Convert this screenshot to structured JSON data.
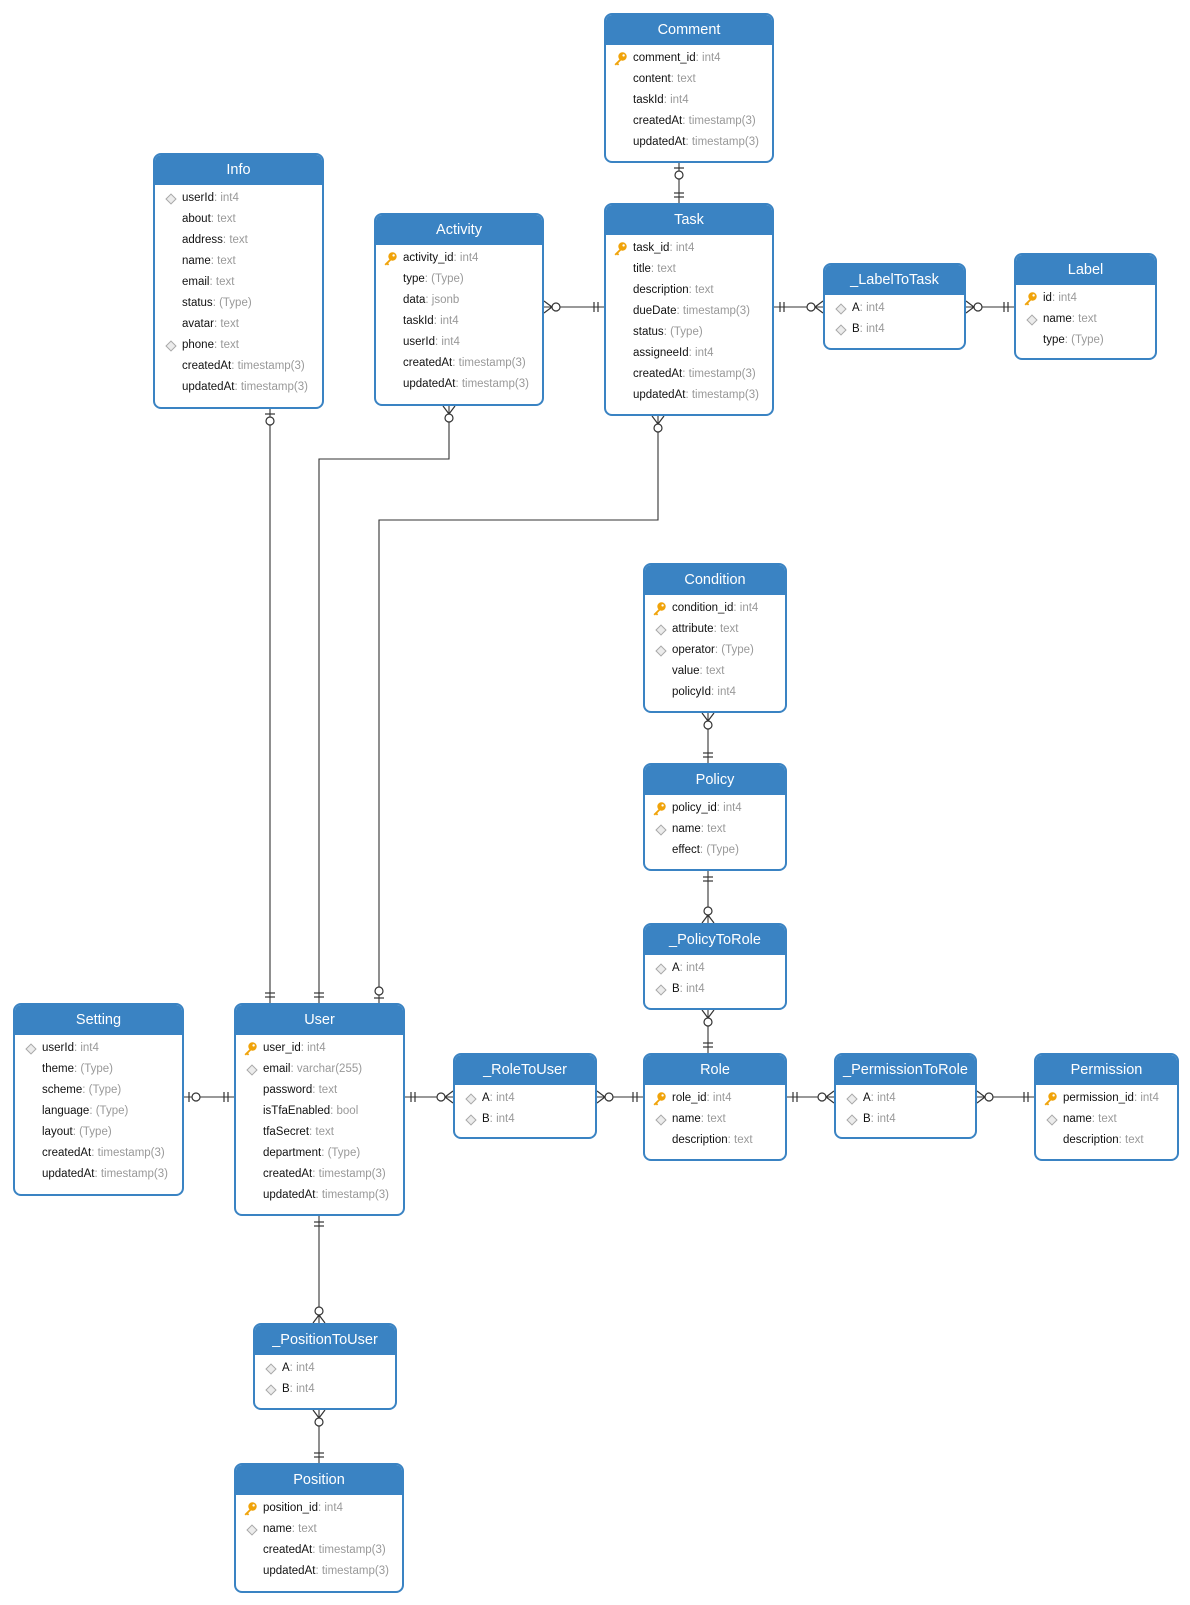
{
  "entities": [
    {
      "id": "comment",
      "name": "Comment",
      "fields": [
        {
          "name": "comment_id",
          "type": "int4",
          "icon": "key"
        },
        {
          "name": "content",
          "type": "text",
          "icon": "none"
        },
        {
          "name": "taskId",
          "type": "int4",
          "icon": "none"
        },
        {
          "name": "createdAt",
          "type": "timestamp(3)",
          "icon": "none"
        },
        {
          "name": "updatedAt",
          "type": "timestamp(3)",
          "icon": "none"
        }
      ]
    },
    {
      "id": "info",
      "name": "Info",
      "fields": [
        {
          "name": "userId",
          "type": "int4",
          "icon": "fk"
        },
        {
          "name": "about",
          "type": "text",
          "icon": "none"
        },
        {
          "name": "address",
          "type": "text",
          "icon": "none"
        },
        {
          "name": "name",
          "type": "text",
          "icon": "none"
        },
        {
          "name": "email",
          "type": "text",
          "icon": "none"
        },
        {
          "name": "status",
          "type": "(Type)",
          "icon": "none"
        },
        {
          "name": "avatar",
          "type": "text",
          "icon": "none"
        },
        {
          "name": "phone",
          "type": "text",
          "icon": "fk"
        },
        {
          "name": "createdAt",
          "type": "timestamp(3)",
          "icon": "none"
        },
        {
          "name": "updatedAt",
          "type": "timestamp(3)",
          "icon": "none"
        }
      ]
    },
    {
      "id": "activity",
      "name": "Activity",
      "fields": [
        {
          "name": "activity_id",
          "type": "int4",
          "icon": "key"
        },
        {
          "name": "type",
          "type": "(Type)",
          "icon": "none"
        },
        {
          "name": "data",
          "type": "jsonb",
          "icon": "none"
        },
        {
          "name": "taskId",
          "type": "int4",
          "icon": "none"
        },
        {
          "name": "userId",
          "type": "int4",
          "icon": "none"
        },
        {
          "name": "createdAt",
          "type": "timestamp(3)",
          "icon": "none"
        },
        {
          "name": "updatedAt",
          "type": "timestamp(3)",
          "icon": "none"
        }
      ]
    },
    {
      "id": "task",
      "name": "Task",
      "fields": [
        {
          "name": "task_id",
          "type": "int4",
          "icon": "key"
        },
        {
          "name": "title",
          "type": "text",
          "icon": "none"
        },
        {
          "name": "description",
          "type": "text",
          "icon": "none"
        },
        {
          "name": "dueDate",
          "type": "timestamp(3)",
          "icon": "none"
        },
        {
          "name": "status",
          "type": "(Type)",
          "icon": "none"
        },
        {
          "name": "assigneeId",
          "type": "int4",
          "icon": "none"
        },
        {
          "name": "createdAt",
          "type": "timestamp(3)",
          "icon": "none"
        },
        {
          "name": "updatedAt",
          "type": "timestamp(3)",
          "icon": "none"
        }
      ]
    },
    {
      "id": "labeltotask",
      "name": "_LabelToTask",
      "fields": [
        {
          "name": "A",
          "type": "int4",
          "icon": "fk"
        },
        {
          "name": "B",
          "type": "int4",
          "icon": "fk"
        }
      ]
    },
    {
      "id": "label",
      "name": "Label",
      "fields": [
        {
          "name": "id",
          "type": "int4",
          "icon": "key"
        },
        {
          "name": "name",
          "type": "text",
          "icon": "fk"
        },
        {
          "name": "type",
          "type": "(Type)",
          "icon": "none"
        }
      ]
    },
    {
      "id": "condition",
      "name": "Condition",
      "fields": [
        {
          "name": "condition_id",
          "type": "int4",
          "icon": "key"
        },
        {
          "name": "attribute",
          "type": "text",
          "icon": "fk"
        },
        {
          "name": "operator",
          "type": "(Type)",
          "icon": "fk"
        },
        {
          "name": "value",
          "type": "text",
          "icon": "none"
        },
        {
          "name": "policyId",
          "type": "int4",
          "icon": "none"
        }
      ]
    },
    {
      "id": "policy",
      "name": "Policy",
      "fields": [
        {
          "name": "policy_id",
          "type": "int4",
          "icon": "key"
        },
        {
          "name": "name",
          "type": "text",
          "icon": "fk"
        },
        {
          "name": "effect",
          "type": "(Type)",
          "icon": "none"
        }
      ]
    },
    {
      "id": "policytorole",
      "name": "_PolicyToRole",
      "fields": [
        {
          "name": "A",
          "type": "int4",
          "icon": "fk"
        },
        {
          "name": "B",
          "type": "int4",
          "icon": "fk"
        }
      ]
    },
    {
      "id": "setting",
      "name": "Setting",
      "fields": [
        {
          "name": "userId",
          "type": "int4",
          "icon": "fk"
        },
        {
          "name": "theme",
          "type": "(Type)",
          "icon": "none"
        },
        {
          "name": "scheme",
          "type": "(Type)",
          "icon": "none"
        },
        {
          "name": "language",
          "type": "(Type)",
          "icon": "none"
        },
        {
          "name": "layout",
          "type": "(Type)",
          "icon": "none"
        },
        {
          "name": "createdAt",
          "type": "timestamp(3)",
          "icon": "none"
        },
        {
          "name": "updatedAt",
          "type": "timestamp(3)",
          "icon": "none"
        }
      ]
    },
    {
      "id": "user",
      "name": "User",
      "fields": [
        {
          "name": "user_id",
          "type": "int4",
          "icon": "key"
        },
        {
          "name": "email",
          "type": "varchar(255)",
          "icon": "fk"
        },
        {
          "name": "password",
          "type": "text",
          "icon": "none"
        },
        {
          "name": "isTfaEnabled",
          "type": "bool",
          "icon": "none"
        },
        {
          "name": "tfaSecret",
          "type": "text",
          "icon": "none"
        },
        {
          "name": "department",
          "type": "(Type)",
          "icon": "none"
        },
        {
          "name": "createdAt",
          "type": "timestamp(3)",
          "icon": "none"
        },
        {
          "name": "updatedAt",
          "type": "timestamp(3)",
          "icon": "none"
        }
      ]
    },
    {
      "id": "roletouser",
      "name": "_RoleToUser",
      "fields": [
        {
          "name": "A",
          "type": "int4",
          "icon": "fk"
        },
        {
          "name": "B",
          "type": "int4",
          "icon": "fk"
        }
      ]
    },
    {
      "id": "role",
      "name": "Role",
      "fields": [
        {
          "name": "role_id",
          "type": "int4",
          "icon": "key"
        },
        {
          "name": "name",
          "type": "text",
          "icon": "fk"
        },
        {
          "name": "description",
          "type": "text",
          "icon": "none"
        }
      ]
    },
    {
      "id": "permissiontorole",
      "name": "_PermissionToRole",
      "fields": [
        {
          "name": "A",
          "type": "int4",
          "icon": "fk"
        },
        {
          "name": "B",
          "type": "int4",
          "icon": "fk"
        }
      ]
    },
    {
      "id": "permission",
      "name": "Permission",
      "fields": [
        {
          "name": "permission_id",
          "type": "int4",
          "icon": "key"
        },
        {
          "name": "name",
          "type": "text",
          "icon": "fk"
        },
        {
          "name": "description",
          "type": "text",
          "icon": "none"
        }
      ]
    },
    {
      "id": "positiontouser",
      "name": "_PositionToUser",
      "fields": [
        {
          "name": "A",
          "type": "int4",
          "icon": "fk"
        },
        {
          "name": "B",
          "type": "int4",
          "icon": "fk"
        }
      ]
    },
    {
      "id": "position",
      "name": "Position",
      "fields": [
        {
          "name": "position_id",
          "type": "int4",
          "icon": "key"
        },
        {
          "name": "name",
          "type": "text",
          "icon": "fk"
        },
        {
          "name": "createdAt",
          "type": "timestamp(3)",
          "icon": "none"
        },
        {
          "name": "updatedAt",
          "type": "timestamp(3)",
          "icon": "none"
        }
      ]
    }
  ],
  "relationships": [
    {
      "id": "comment-task",
      "from": "Comment",
      "to": "Task",
      "from_end": "zero-or-one",
      "to_end": "exactly-one"
    },
    {
      "id": "activity-task",
      "from": "Activity",
      "to": "Task",
      "from_end": "zero-or-many",
      "to_end": "exactly-one"
    },
    {
      "id": "task-labeltotask",
      "from": "Task",
      "to": "_LabelToTask",
      "from_end": "exactly-one",
      "to_end": "zero-or-many"
    },
    {
      "id": "labeltotask-label",
      "from": "_LabelToTask",
      "to": "Label",
      "from_end": "zero-or-many",
      "to_end": "exactly-one"
    },
    {
      "id": "info-user",
      "from": "Info",
      "to": "User",
      "from_end": "zero-or-one",
      "to_end": "exactly-one"
    },
    {
      "id": "activity-user",
      "from": "Activity",
      "to": "User",
      "from_end": "zero-or-many",
      "to_end": "exactly-one"
    },
    {
      "id": "task-user",
      "from": "Task",
      "to": "User",
      "from_end": "zero-or-many",
      "to_end": "zero-or-one"
    },
    {
      "id": "condition-policy",
      "from": "Condition",
      "to": "Policy",
      "from_end": "zero-or-many",
      "to_end": "exactly-one"
    },
    {
      "id": "policy-policytorole",
      "from": "Policy",
      "to": "_PolicyToRole",
      "from_end": "exactly-one",
      "to_end": "zero-or-many"
    },
    {
      "id": "policytorole-role",
      "from": "_PolicyToRole",
      "to": "Role",
      "from_end": "zero-or-many",
      "to_end": "exactly-one"
    },
    {
      "id": "setting-user",
      "from": "Setting",
      "to": "User",
      "from_end": "zero-or-one",
      "to_end": "exactly-one"
    },
    {
      "id": "user-roletouser",
      "from": "User",
      "to": "_RoleToUser",
      "from_end": "exactly-one",
      "to_end": "zero-or-many"
    },
    {
      "id": "roletouser-role",
      "from": "_RoleToUser",
      "to": "Role",
      "from_end": "zero-or-many",
      "to_end": "exactly-one"
    },
    {
      "id": "role-permissiontorole",
      "from": "Role",
      "to": "_PermissionToRole",
      "from_end": "exactly-one",
      "to_end": "zero-or-many"
    },
    {
      "id": "permissiontorole-permission",
      "from": "_PermissionToRole",
      "to": "Permission",
      "from_end": "zero-or-many",
      "to_end": "exactly-one"
    },
    {
      "id": "user-positiontouser",
      "from": "User",
      "to": "_PositionToUser",
      "from_end": "exactly-one",
      "to_end": "zero-or-many"
    },
    {
      "id": "positiontouser-position",
      "from": "_PositionToUser",
      "to": "Position",
      "from_end": "zero-or-many",
      "to_end": "exactly-one"
    }
  ],
  "colors": {
    "header": "#3a83c3",
    "border": "#3a83c3",
    "type_text": "#999999",
    "key_icon": "#f0a30a",
    "line": "#333333"
  }
}
